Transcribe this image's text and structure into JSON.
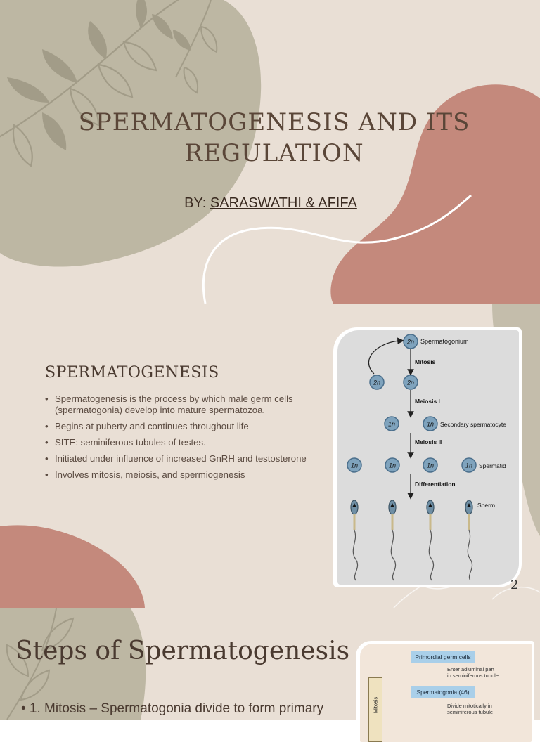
{
  "slide1": {
    "title": "SPERMATOGENESIS AND ITS REGULATION",
    "byline_prefix": "BY: ",
    "byline_names": "SARASWATHI & AFIFA"
  },
  "slide2": {
    "heading": "SPERMATOGENESIS",
    "bullets": [
      "Spermatogenesis is the process by which male germ cells (spermatogonia) develop into mature spermatozoa.",
      "Begins at puberty and continues throughout life",
      "SITE: seminiferous tubules of testes.",
      "Initiated under influence of increased GnRH and testosterone",
      " Involves mitosis, meiosis, and spermiogenesis"
    ],
    "page_number": "2",
    "figure": {
      "labels": {
        "spermatogonium": "Spermatogonium",
        "mitosis": "Mitosis",
        "meiosis1": "Meiosis I",
        "secondary": "Secondary spermatocyte",
        "meiosis2": "Meiosis II",
        "spermatid": "Spermatid",
        "differentiation": "Differentiation",
        "sperm": "Sperm"
      },
      "ploidy": {
        "diploid": "2n",
        "haploid": "1n"
      }
    }
  },
  "slide3": {
    "heading": "Steps of Spermatogenesis",
    "step1": "• 1. Mitosis – Spermatogonia divide to form primary",
    "figure": {
      "box1": "Primordial germ cells",
      "note1_line1": "Enter adluminal part",
      "note1_line2": "in seminiferous tubule",
      "box2": "Spermatogonia (46)",
      "note2_line1": "Divide mitotically in",
      "note2_line2": "seminiferous tubule",
      "side_label": "Mitosis"
    }
  },
  "colors": {
    "background": "#e9dfd5",
    "sage": "#bdb7a3",
    "terracotta": "#c4897c",
    "title_text": "#5a4638"
  }
}
